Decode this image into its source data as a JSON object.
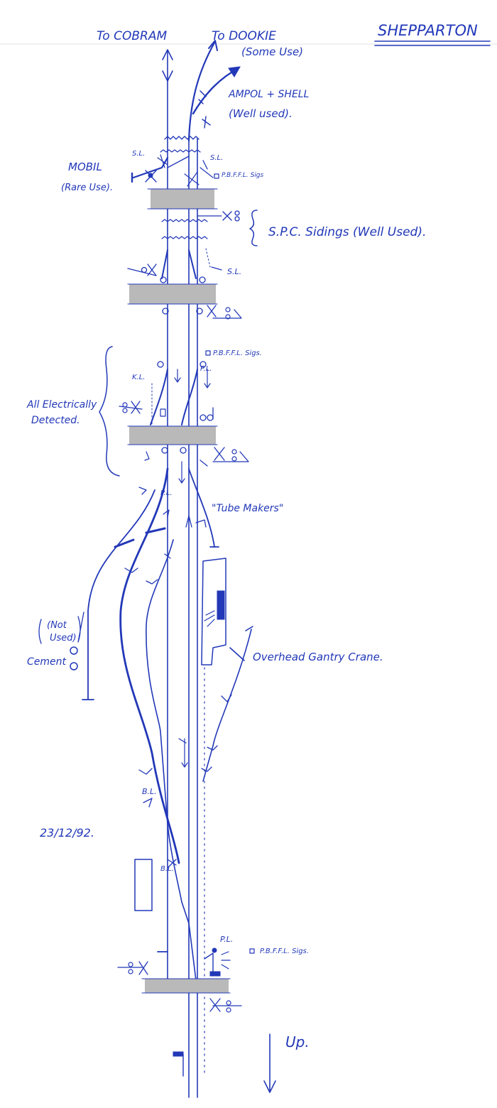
{
  "header": {
    "station_name": "SHEPPARTON"
  },
  "labels": {
    "to_cobram": "To COBRAM",
    "to_dookie": "To DOOKIE",
    "dookie_note": "(Some Use)",
    "ampol_shell": "AMPOL + SHELL",
    "ampol_shell_note": "(Well used).",
    "mobil": "MOBIL",
    "mobil_note": "(Rare Use).",
    "sl_left": "S.L.",
    "sl_right": "S.L.",
    "pbffl_sigs_1": "P.B.F.F.L. Sigs",
    "spc_sidings": "S.P.C. Sidings  (Well Used).",
    "sl_3": "S.L.",
    "pbffl_sigs_2": "P.B.F.F.L. Sigs.",
    "kl": "K.L.",
    "pl_1": "P.L.",
    "all_electrically": "All Electrically",
    "detected": "Detected.",
    "pl_2": "P.L.",
    "tube_makers": "\"Tube Makers\"",
    "not_used": "(Not",
    "not_used_2": "Used)",
    "cement": "Cement",
    "overhead_gantry": "Overhead Gantry Crane.",
    "bl_1": "B.L.",
    "bl_2": "B.L.",
    "date": "23/12/92.",
    "pl_3": "P.L.",
    "pbffl_sigs_3": "P.B.F.F.L. Sigs.",
    "up": "Up."
  },
  "colors": {
    "ink": "#2238b8",
    "road": "#b9b9b9"
  }
}
